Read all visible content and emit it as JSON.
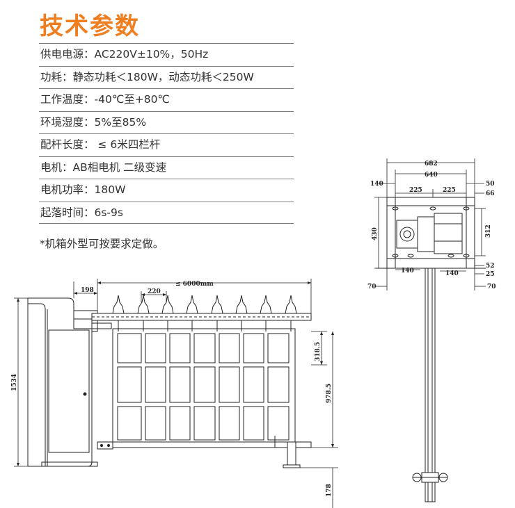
{
  "title": "技术参数",
  "specs": [
    "供电电源：AC220V±10%，50Hz",
    "功耗：静态功耗＜180W，动态功耗＜250W",
    "工作温度：-40℃至+80℃",
    "环境湿度：5%至85%",
    "配杆长度：  ≤ 6米四栏杆",
    "电机：AB相电机  二级变速",
    "电机功率：180W",
    "起落时间：6s-9s"
  ],
  "note": "*机箱外型可按要求定做。",
  "front_drawing": {
    "dims": {
      "total_length": "≤ 6000mm",
      "offset": "198",
      "spacing": "220",
      "height": "1534",
      "grid_top": "318.5",
      "grid_height": "978.5",
      "bottom": "178"
    }
  },
  "end_drawing": {
    "dims": {
      "width_outer": "682",
      "width_inner": "640",
      "left": "140",
      "mid_left": "225",
      "mid_right": "225",
      "right_a": "50",
      "right_b": "66",
      "height": "430",
      "right_h": "312",
      "bot_left": "140",
      "bot_right": "140",
      "right_c": "52",
      "right_d": "25",
      "foot_left": "70",
      "foot_right": "70"
    }
  }
}
